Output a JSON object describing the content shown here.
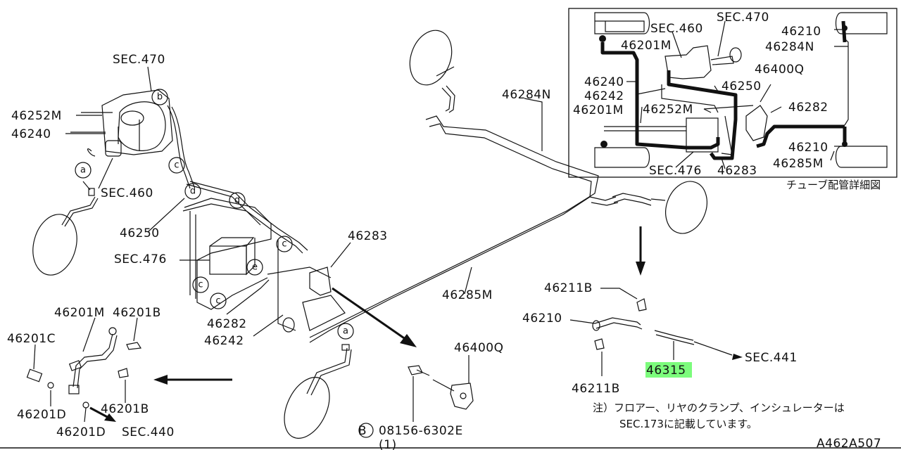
{
  "labels": {
    "sec470_left": "SEC.470",
    "p46252m_left": "46252M",
    "p46240_left": "46240",
    "sec460_left": "SEC.460",
    "p46250_left": "46250",
    "sec476_left": "SEC.476",
    "p46282_left": "46282",
    "p46242_left": "46242",
    "p46283_left": "46283",
    "p46284n_main": "46284N",
    "p46285m_main": "46285M",
    "p46201m_bl": "46201M",
    "p46201b_bl1": "46201B",
    "p46201c_bl": "46201C",
    "p46201d_bl1": "46201D",
    "p46201b_bl2": "46201B",
    "p46201d_bl2": "46201D",
    "sec440_bl": "SEC.440",
    "p46400q": "46400Q",
    "bolt_num": "08156-6302E",
    "bolt_prefix": "B",
    "bolt_qty": "(1)",
    "p46211b_top": "46211B",
    "p46210_r": "46210",
    "p46315": "46315",
    "sec441": "SEC.441",
    "p46211b_bot": "46211B",
    "note_line1": "注）フロアー、リヤのクランプ、インシュレーターは",
    "note_line2": "SEC.173に記載しています。",
    "drawing_id": "A462A507"
  },
  "inset": {
    "title": "チューブ配管詳細図",
    "sec460": "SEC.460",
    "sec470": "SEC.470",
    "p46210_top": "46210",
    "p46201m_top": "46201M",
    "p46284n": "46284N",
    "p46400q": "46400Q",
    "p46240": "46240",
    "p46242": "46242",
    "p46250": "46250",
    "p46201m_mid": "46201M",
    "p46252m": "46252M",
    "p46282": "46282",
    "p46210_bot": "46210",
    "sec476": "SEC.476",
    "p46283": "46283",
    "p46285m": "46285M"
  },
  "callouts": [
    "a",
    "b",
    "c",
    "d",
    "e"
  ],
  "highlight_color": "#7CFC7C"
}
